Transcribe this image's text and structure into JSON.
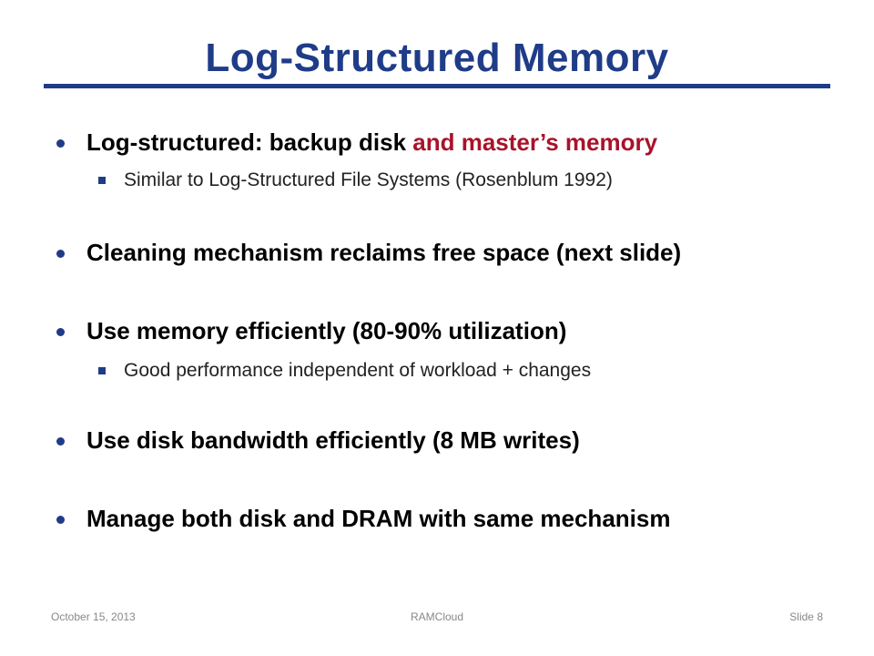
{
  "slide": {
    "title": "Log-Structured Memory",
    "bullets": [
      {
        "main": "Log-structured: backup disk ",
        "accent": "and master’s memory",
        "sub": "Similar to Log-Structured File Systems (Rosenblum 1992)"
      },
      {
        "main": "Cleaning mechanism reclaims free space (next slide)"
      },
      {
        "main": "Use memory efficiently (80-90% utilization)",
        "sub": "Good performance independent of workload + changes"
      },
      {
        "main": "Use disk bandwidth efficiently (8 MB writes)"
      },
      {
        "main": "Manage both disk and DRAM with same mechanism"
      }
    ]
  },
  "footer": {
    "date": "October 15, 2013",
    "project": "RAMCloud",
    "slide_number": "Slide 8"
  },
  "colors": {
    "title": "#1f3c88",
    "accent": "#a8132a",
    "bullet_marker": "#1f3c88"
  }
}
